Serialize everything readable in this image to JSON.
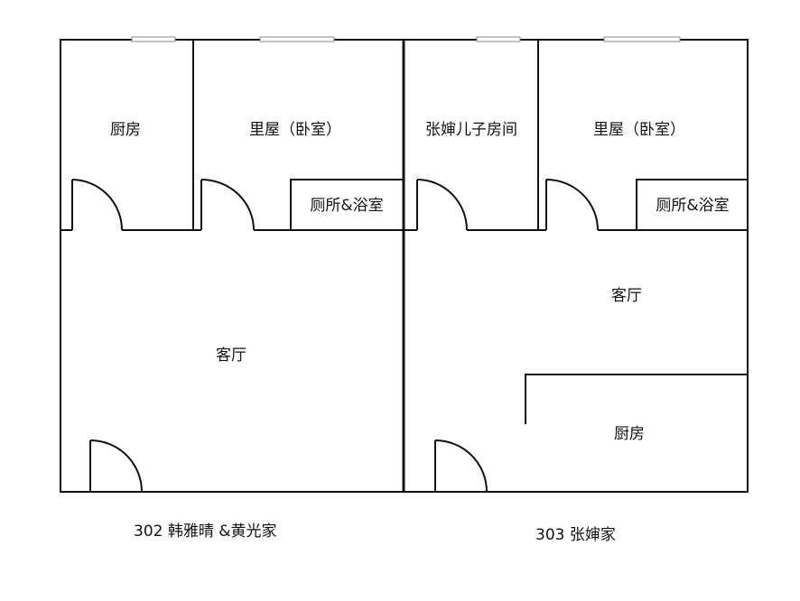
{
  "colors": {
    "wall": "#111111",
    "background": "#ffffff",
    "window": "#888888"
  },
  "unit302": {
    "caption": "302 韩雅晴 &黄光家",
    "rooms": {
      "kitchen": "厨房",
      "bedroom": "里屋（卧室）",
      "bathroom": "厕所&浴室",
      "living": "客厅"
    }
  },
  "unit303": {
    "caption": "303 张婶家",
    "rooms": {
      "son_room": "张婶儿子房间",
      "bedroom": "里屋（卧室）",
      "bathroom": "厕所&浴室",
      "living": "客厅",
      "kitchen": "厨房"
    }
  }
}
